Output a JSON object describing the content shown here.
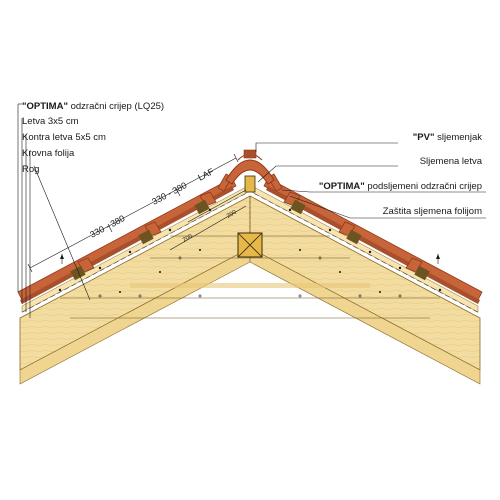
{
  "colors": {
    "wood": "#f3dca0",
    "wood_edge": "#8a6a2a",
    "tile": "#c8643a",
    "tile_dark": "#8f3a18",
    "rafter_block": "#e6b84a"
  },
  "labels": {
    "optima_brand": "\"OPTIMA\"",
    "optima_rest": " odzračni crijep (LQ25)",
    "letva": "Letva 3x5 cm",
    "kontra_letva": "Kontra letva 5x5 cm",
    "krovna_folija": "Krovna folija",
    "rog": "Rog",
    "pv_brand": "\"PV\"",
    "pv_rest": " sljemenjak",
    "sljemena_letva": "Sljemena letva",
    "optima2_brand": "\"OPTIMA\"",
    "optima2_rest": " podsljemeni odzračni crijep",
    "zastita": "Zaštita sljemena folijom"
  },
  "dimensions": {
    "d1": "330 - 380",
    "d2": "330 - 380",
    "d3": "LAF",
    "s1": "200",
    "s2": "200"
  }
}
